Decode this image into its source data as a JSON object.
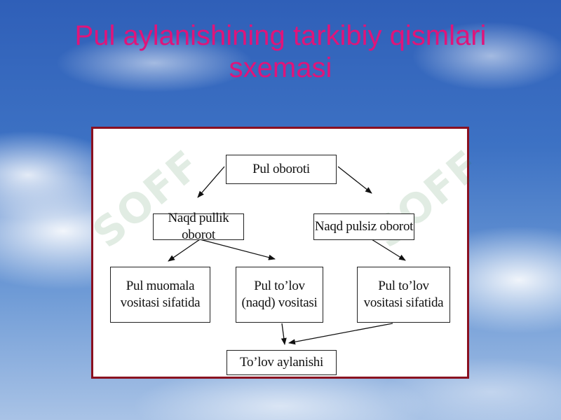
{
  "slide": {
    "title": "Pul aylanishining tarkibiy qismlari sxemasi",
    "title_color": "#e0147a",
    "frame_border_color": "#8a1020"
  },
  "watermark": {
    "text": "SOFF"
  },
  "diagram": {
    "nodes": {
      "pul_oboroti": "Pul oboroti",
      "naqd_pullik": "Naqd pullik oborot",
      "naqd_pulsiz": "Naqd pulsiz oborot",
      "muomala": "Pul muomala vositasi sifatida",
      "tolov_naqd": "Pul to’lov (naqd) vositasi",
      "tolov_vositasi": "Pul to’lov vositasi sifatida",
      "tolov_aylanishi": "To’lov aylanishi"
    },
    "edges": [
      [
        "pul_oboroti",
        "naqd_pullik"
      ],
      [
        "pul_oboroti",
        "naqd_pulsiz"
      ],
      [
        "naqd_pullik",
        "muomala"
      ],
      [
        "naqd_pullik",
        "tolov_naqd"
      ],
      [
        "naqd_pulsiz",
        "tolov_vositasi"
      ],
      [
        "tolov_naqd",
        "tolov_aylanishi"
      ],
      [
        "tolov_vositasi",
        "tolov_aylanishi"
      ]
    ]
  }
}
